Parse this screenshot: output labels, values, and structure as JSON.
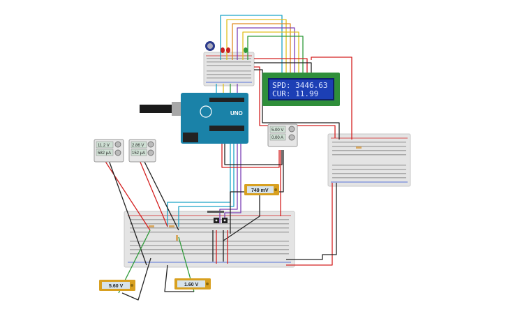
{
  "lcd": {
    "line1": "SPD: 3446.63",
    "line2": "CUR: 11.99"
  },
  "arduino": {
    "model": "UNO"
  },
  "multimeters": {
    "left_1": {
      "top": "11.2 V",
      "bottom": "582 µA"
    },
    "left_2": {
      "top": "2.86 V",
      "bottom": "152 µA"
    },
    "right": {
      "top": "5.00 V",
      "bottom": "0.00 A"
    }
  },
  "voltmeters": {
    "mid": {
      "value": "749 mV"
    },
    "bottom_left": {
      "value": "5.60 V"
    },
    "bottom_right": {
      "value": "1.60 V"
    }
  },
  "colors": {
    "wire_red": "#d42020",
    "wire_black": "#222222",
    "wire_cyan": "#1ba3c6",
    "wire_purple": "#7b3fb5",
    "wire_yellow": "#e0c020",
    "wire_orange": "#e08a20",
    "wire_green": "#2f9a3a",
    "arduino_blue": "#1a82a8",
    "lcd_green": "#2f8f3a",
    "lcd_screen": "#1c3fb5",
    "meter_gold": "#d8a020"
  }
}
